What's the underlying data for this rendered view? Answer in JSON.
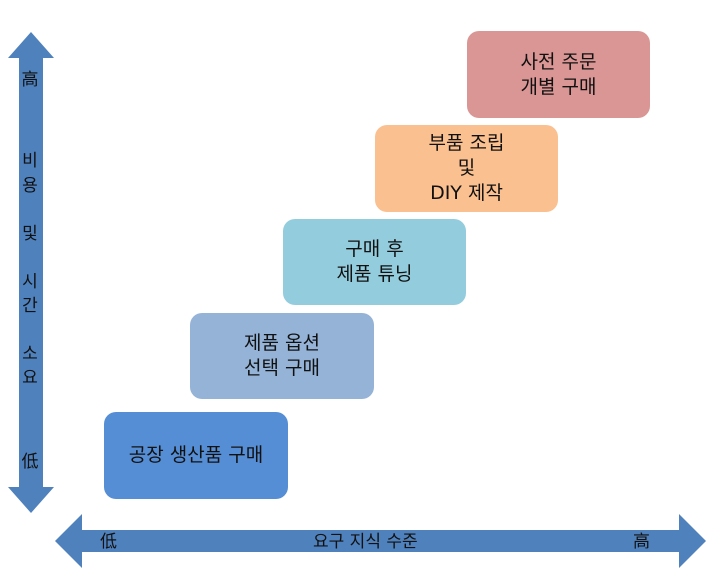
{
  "vertical_axis": {
    "high_label": "高",
    "title_chars": [
      "비",
      "용",
      "및",
      "시",
      "간",
      "소",
      "요"
    ],
    "low_label": "低"
  },
  "horizontal_axis": {
    "low_label": "低",
    "title": "요구 지식 수준",
    "high_label": "高"
  },
  "steps": [
    {
      "lines": [
        "공장 생산품 구매"
      ],
      "color": "#558ed5"
    },
    {
      "lines": [
        "제품 옵션",
        "선택 구매"
      ],
      "color": "#95b3d7"
    },
    {
      "lines": [
        "구매 후",
        "제품 튜닝"
      ],
      "color": "#93cddd"
    },
    {
      "lines": [
        "부품 조립",
        "및",
        "DIY 제작"
      ],
      "color": "#fac090"
    },
    {
      "lines": [
        "사전 주문",
        "개별 구매"
      ],
      "color": "#d99694"
    }
  ],
  "arrow_color": "#4f81bd"
}
